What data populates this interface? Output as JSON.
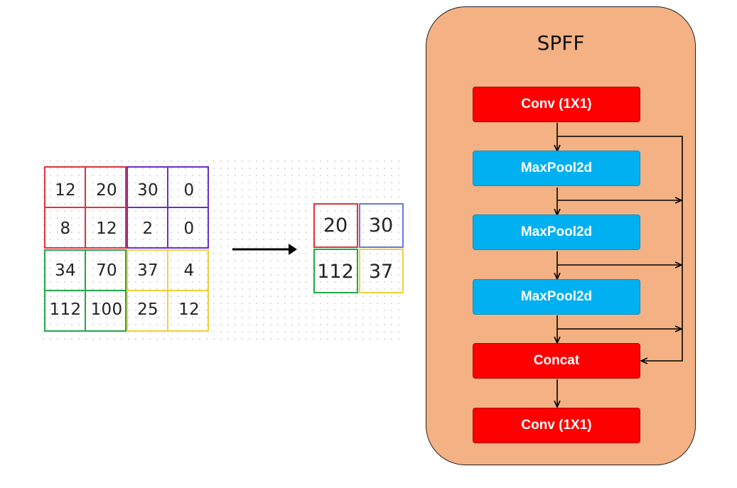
{
  "input_matrix": {
    "rows": [
      [
        "12",
        "20",
        "30",
        "0"
      ],
      [
        "8",
        "12",
        "2",
        "0"
      ],
      [
        "34",
        "70",
        "37",
        "4"
      ],
      [
        "112",
        "100",
        "25",
        "12"
      ]
    ]
  },
  "output_matrix": {
    "rows": [
      [
        "20",
        "30"
      ],
      [
        "112",
        "37"
      ]
    ]
  },
  "spff": {
    "title": "SPFF",
    "blocks": [
      {
        "label": "Conv (1X1)"
      },
      {
        "label": "MaxPool2d"
      },
      {
        "label": "MaxPool2d"
      },
      {
        "label": "MaxPool2d"
      },
      {
        "label": "Concat"
      },
      {
        "label": "Conv (1X1)"
      }
    ]
  },
  "colors": {
    "quad_top_left": "#e2313c",
    "quad_top_right": "#6a2fc8",
    "quad_bottom_left": "#22a84a",
    "quad_bottom_right": "#f3d03a",
    "out_top_right": "#6478e2",
    "panel_bg": "#f4b183",
    "conv_block": "#ff0000",
    "pool_block": "#00b0f0"
  }
}
